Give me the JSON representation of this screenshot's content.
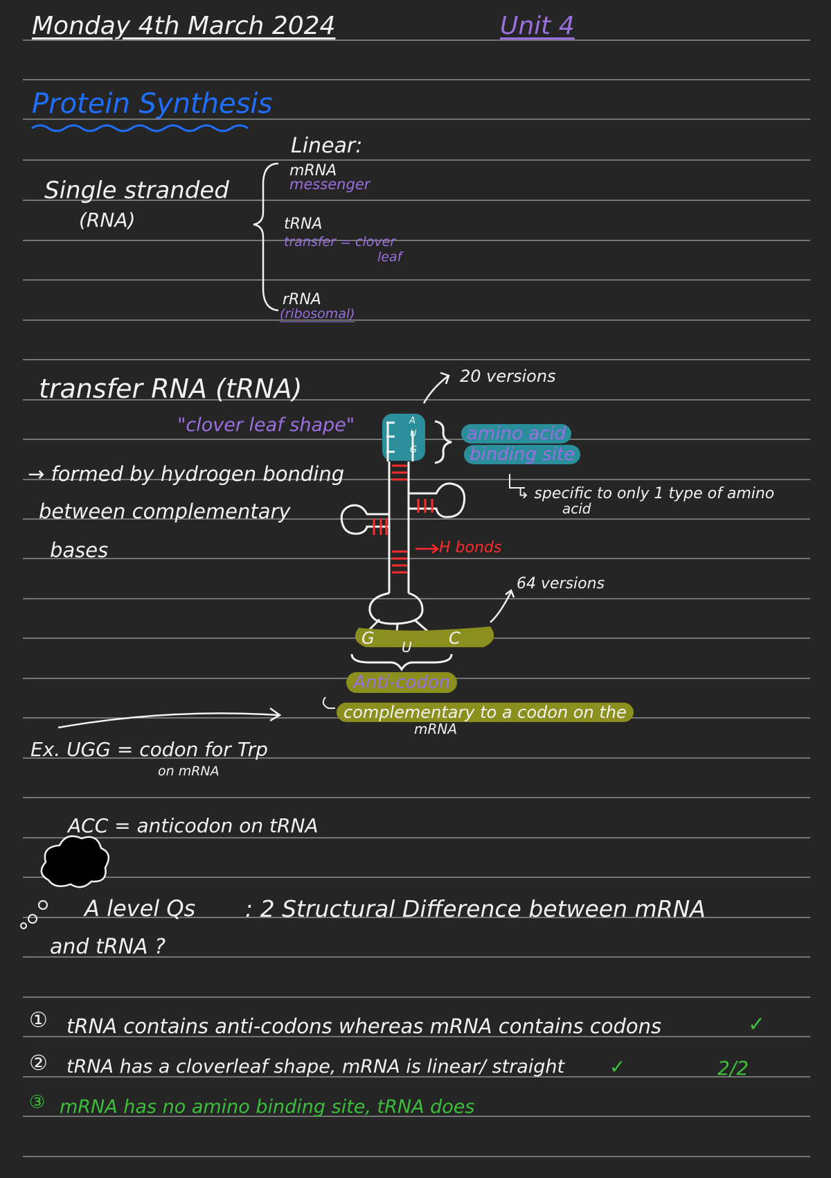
{
  "header": {
    "date": "Monday 4th March 2024",
    "unit": "Unit 4"
  },
  "title": "Protein Synthesis",
  "rna_types": {
    "single_stranded": "Single stranded",
    "rna_paren": "(RNA)",
    "linear": "Linear:",
    "mrna": "mRNA",
    "mrna_note": "messenger",
    "trna": "tRNA",
    "trna_note": "transfer = clover",
    "trna_note2": "leaf",
    "rrna": "rRNA",
    "rrna_note": "(ribosomal)"
  },
  "trna_section": {
    "heading": "transfer RNA (tRNA)",
    "shape": "\"clover leaf shape\"",
    "formed_1": "→ formed by hydrogen bonding",
    "formed_2": "between complementary",
    "formed_3": "bases",
    "versions_20": "20 versions",
    "amino_binding_1": "amino acid",
    "amino_binding_2": "binding site",
    "specific_1": "↳ specific to only 1 type of amino",
    "specific_2": "acid",
    "h_bonds": "H bonds",
    "versions_64": "64 versions",
    "anticodon": "Anti-codon",
    "complementary_1": "complementary to a codon on the",
    "complementary_2": "mRNA",
    "acceptor_bases": [
      "A",
      "U",
      "G"
    ],
    "anticodon_bases": [
      "G",
      "U",
      "C"
    ]
  },
  "example": {
    "ex_line": "Ex. UGG = codon for Trp",
    "ex_sub": "on mRNA",
    "acc_line": "ACC = anticodon on tRNA"
  },
  "question": {
    "label": "A level Qs",
    "text": ": 2 Structural Difference between mRNA",
    "text2": "and tRNA ?"
  },
  "answers": [
    {
      "num": "①",
      "text": "tRNA contains anti-codons whereas mRNA contains codons",
      "tick": "✓"
    },
    {
      "num": "②",
      "text": "tRNA has a cloverleaf shape, mRNA is linear/ straight",
      "tick": "✓"
    },
    {
      "num": "③",
      "text": "mRNA has no amino binding site, tRNA does",
      "tick": ""
    }
  ],
  "score": "2/2",
  "colors": {
    "background": "#252525",
    "rule": "#cfcfcf",
    "purple": "#9b6fe0",
    "blue": "#1f6fff",
    "red": "#ff2a2a",
    "green": "#3bbf3b",
    "teal_highlight": "#2a8f9a",
    "olive_highlight": "#8a8f1e"
  }
}
